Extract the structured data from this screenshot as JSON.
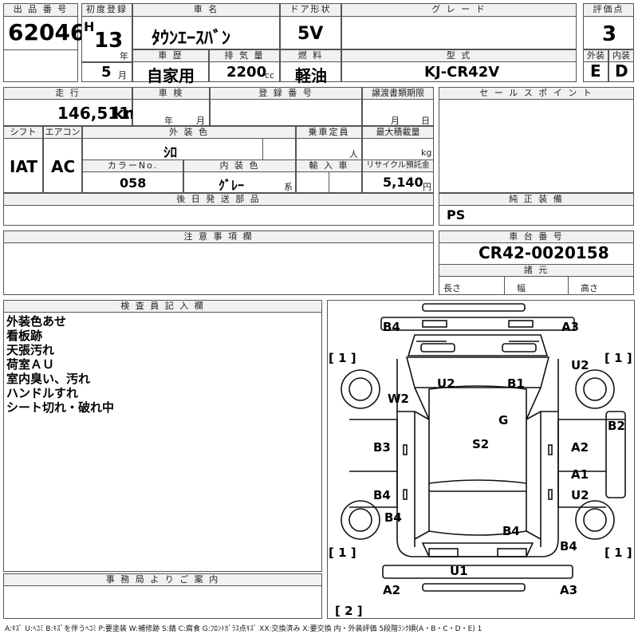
{
  "headers": {
    "lot_no": "出 品 番 号",
    "first_reg": "初度登録",
    "car_name": "車 名",
    "doors": "ドア形状",
    "grade": "グ レ ー ド",
    "score": "評価点",
    "history": "車 歴",
    "displacement": "排 気 量",
    "fuel": "燃 料",
    "model": "型 式",
    "exterior": "外装",
    "interior": "内装",
    "mileage": "走 行",
    "inspection": "車 検",
    "registration": "登 録 番 号",
    "transfer_docs": "譲渡書類期限",
    "sales_point": "セ ー ル ス ポ イ ン ト",
    "shift": "シフト",
    "aircon": "エアコン",
    "ext_color": "外 装 色",
    "capacity": "乗車定員",
    "max_load": "最大積載量",
    "color_no": "カラーNo.",
    "int_color": "内 装 色",
    "import": "輸 入 車",
    "recycle": "リサイクル預託金",
    "later_parts": "後 日 発 送 部 品",
    "genuine_equip": "純 正 装 備",
    "notes": "注 意 事 項 欄",
    "chassis_no": "車 台 番 号",
    "dimensions": "諸 元",
    "inspector": "検 査 員 記 入 欄",
    "office": "事 務 局 よ り ご 案 内"
  },
  "units": {
    "year": "年",
    "month": "月",
    "cc": "cc",
    "km": "km",
    "persons": "人",
    "kg": "kg",
    "series": "系",
    "yen": "円",
    "length": "長さ",
    "width": "幅",
    "height": "高さ"
  },
  "values": {
    "lot_no": "62046",
    "era": "H",
    "reg_year": "13",
    "reg_month": "5",
    "car_name": "ﾀｳﾝｴｰｽﾊﾞﾝ",
    "doors": "5V",
    "grade": "",
    "score": "3",
    "history": "自家用",
    "displacement": "2200",
    "fuel": "軽油",
    "model": "KJ-CR42V",
    "exterior": "E",
    "interior": "D",
    "mileage": "146,511",
    "shift": "IAT",
    "aircon": "AC",
    "ext_color": "ｼﾛ",
    "color_no": "058",
    "int_color": "ｸﾞﾚｰ",
    "recycle": "5,140",
    "genuine_equip": "PS",
    "chassis_no": "CR42-0020158"
  },
  "inspector_notes": [
    "外装色あせ",
    "看板跡",
    "天張汚れ",
    "荷室ＡＵ",
    "室内臭い、汚れ",
    "ハンドルすれ",
    "シート切れ・破れ中"
  ],
  "diagram_marks": {
    "b4_front_left": "B4",
    "a3_front_right": "A3",
    "bracket_1_tl": "[ 1 ]",
    "bracket_1_tr": "[ 1 ]",
    "u2_left": "U2",
    "b1": "B1",
    "u2_right": "U2",
    "w2": "W2",
    "g": "G",
    "b2": "B2",
    "b3": "B3",
    "s2": "S2",
    "a2_right": "A2",
    "a1": "A1",
    "b4_left_mid": "B4",
    "u2_right_mid": "U2",
    "b4_left_low": "B4",
    "b4_center": "B4",
    "b4_right_low": "B4",
    "bracket_1_bl": "[ 1 ]",
    "bracket_1_br": "[ 1 ]",
    "u1": "U1",
    "a2_rear_left": "A2",
    "a3_rear_right": "A3",
    "bracket_2": "[ 2 ]"
  },
  "legend": "A:ｷｽﾞ U:ﾍｺﾐ B:ｷｽﾞを伴うﾍｺﾐ P:要塗装 W:補修跡 S:錆 C:腐食 G:ﾌﾛﾝﾄｶﾞﾗｽ点ｷｽﾞ XX:交換済み X:要交換 内・外装評価 5段階ﾗﾝｸ順(A・B・C・D・E) 1"
}
